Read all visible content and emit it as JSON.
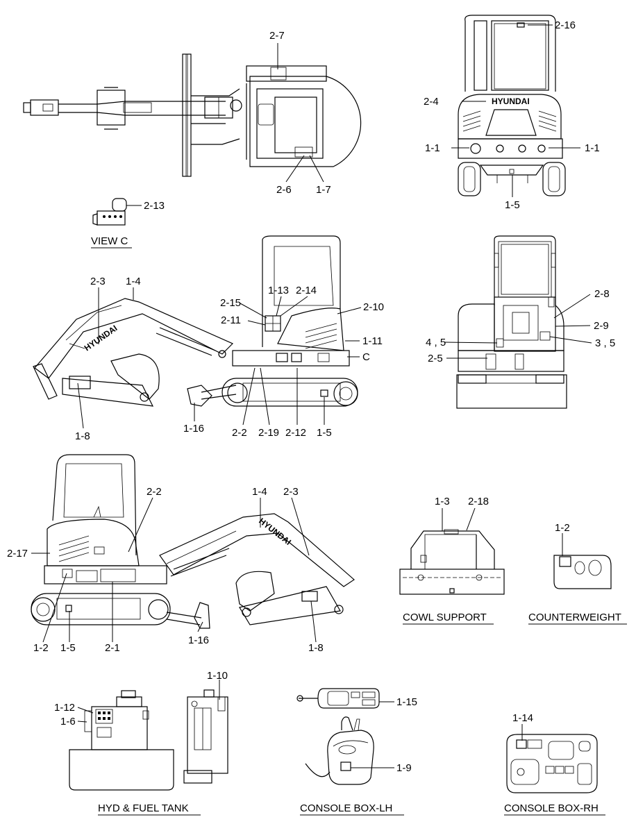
{
  "captions": {
    "view_c": "VIEW C",
    "cowl_support": "COWL SUPPORT",
    "counterweight": "COUNTERWEIGHT",
    "hyd_fuel_tank": "HYD & FUEL TANK",
    "console_lh": "CONSOLE BOX-LH",
    "console_rh": "CONSOLE BOX-RH"
  },
  "brand_text": "HYUNDAI",
  "top_view": {
    "labels": [
      "2-7",
      "2-6",
      "1-7"
    ]
  },
  "rear_view": {
    "labels": [
      "2-16",
      "2-4",
      "1-1",
      "1-1",
      "1-5"
    ]
  },
  "view_c_detail": {
    "labels": [
      "2-13"
    ]
  },
  "left_side": {
    "labels": [
      "2-3",
      "1-4",
      "1-13",
      "2-14",
      "2-15",
      "2-10",
      "2-11",
      "1-11",
      "C",
      "1-8",
      "1-16",
      "2-2",
      "2-19",
      "2-12",
      "1-5"
    ]
  },
  "rear_open": {
    "labels": [
      "2-8",
      "2-9",
      "4 , 5",
      "3 , 5",
      "2-5"
    ]
  },
  "right_side": {
    "labels": [
      "2-2",
      "1-4",
      "2-3",
      "2-17",
      "1-2",
      "1-5",
      "2-1",
      "1-16",
      "1-8"
    ]
  },
  "cowl_support": {
    "labels": [
      "1-3",
      "2-18"
    ]
  },
  "counterweight": {
    "labels": [
      "1-2"
    ]
  },
  "hyd_tank": {
    "labels": [
      "1-12",
      "1-6",
      "1-10"
    ]
  },
  "console_lh": {
    "labels": [
      "1-15",
      "1-9"
    ]
  },
  "console_rh": {
    "labels": [
      "1-14"
    ]
  }
}
